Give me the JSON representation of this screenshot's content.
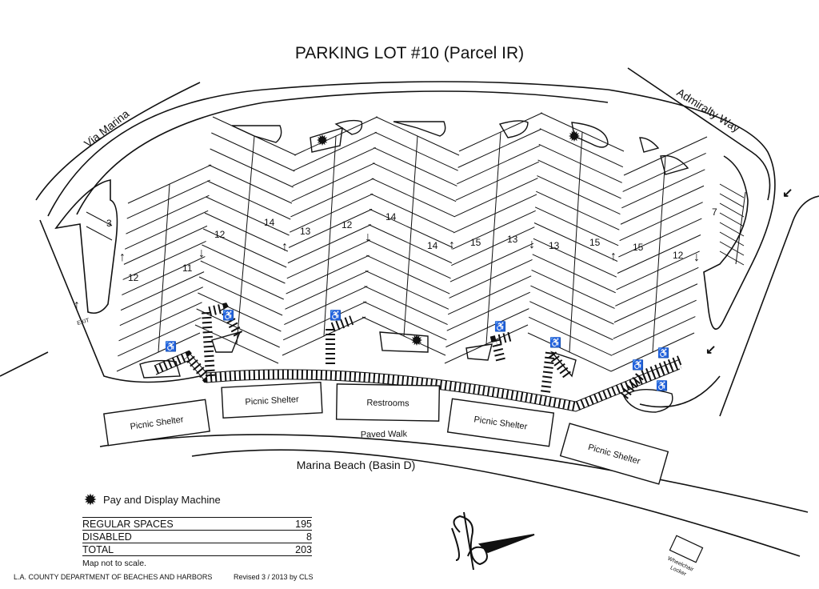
{
  "title": "PARKING LOT #10 (Parcel IR)",
  "streets": {
    "left": "Via Marina",
    "right": "Admiralty Way"
  },
  "exit_label": "EXIT",
  "space_counts": [
    "3",
    "12",
    "11",
    "12",
    "14",
    "13",
    "12",
    "14",
    "14",
    "15",
    "13",
    "13",
    "15",
    "15",
    "12",
    "7"
  ],
  "buildings": [
    "Picnic Shelter",
    "Picnic Shelter",
    "Restrooms",
    "Picnic Shelter",
    "Picnic Shelter"
  ],
  "paved_walk": "Paved Walk",
  "beach": "Marina Beach (Basin D)",
  "legend": {
    "pay_machine": "Pay and Display Machine",
    "rows": [
      {
        "label": "REGULAR SPACES",
        "value": "195"
      },
      {
        "label": "DISABLED",
        "value": "8"
      },
      {
        "label": "TOTAL",
        "value": "203"
      }
    ],
    "note": "Map not to scale."
  },
  "wheelchair_locker": {
    "line1": "Wheelchair",
    "line2": "Locker"
  },
  "footer": {
    "agency": "L.A. COUNTY DEPARTMENT OF BEACHES AND HARBORS",
    "revised": "Revised 3 / 2013 by CLS"
  }
}
